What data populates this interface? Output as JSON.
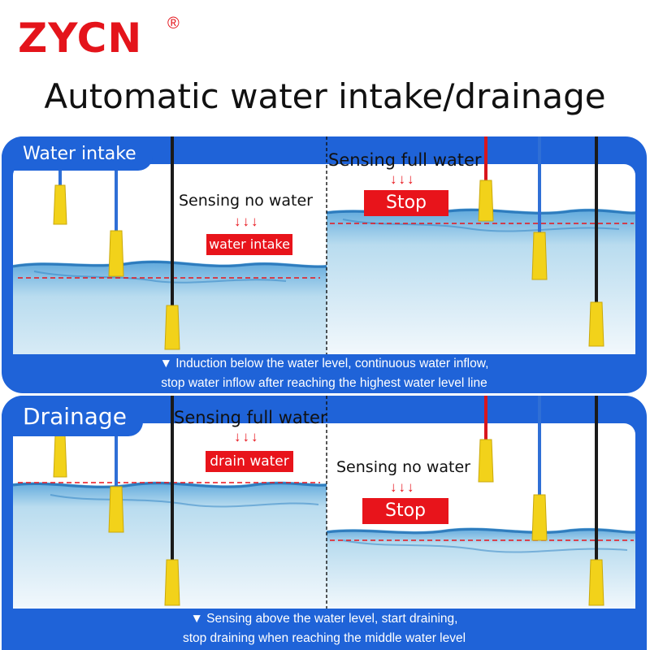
{
  "brand": {
    "name": "ZYCN",
    "registered": "®"
  },
  "headline": "Automatic water intake/drainage",
  "panels": {
    "intake": {
      "tab": "Water intake",
      "left": {
        "sensing": "Sensing no water",
        "arrows": "↓↓↓",
        "action": "water intake"
      },
      "right": {
        "sensing": "Sensing full water",
        "arrows": "↓↓↓",
        "action": "Stop"
      },
      "caption_line1": "▼ Induction below the water level, continuous water inflow,",
      "caption_line2": "stop water inflow after reaching the highest water level line"
    },
    "drainage": {
      "tab": "Drainage",
      "left": {
        "sensing": "Sensing full water",
        "arrows": "↓↓↓",
        "action": "drain water"
      },
      "right": {
        "sensing": "Sensing no water",
        "arrows": "↓↓↓",
        "action": "Stop"
      },
      "caption_line1": "▼ Sensing above the water level, start draining,",
      "caption_line2": "stop draining when reaching the middle water level"
    }
  },
  "colors": {
    "brand_red": "#e4141b",
    "frame_blue": "#1f63d8",
    "probe_yellow": "#f2d21a",
    "wire_red": "#d8161c",
    "wire_blue": "#2f6fd6",
    "wire_black": "#1a1a1a"
  }
}
